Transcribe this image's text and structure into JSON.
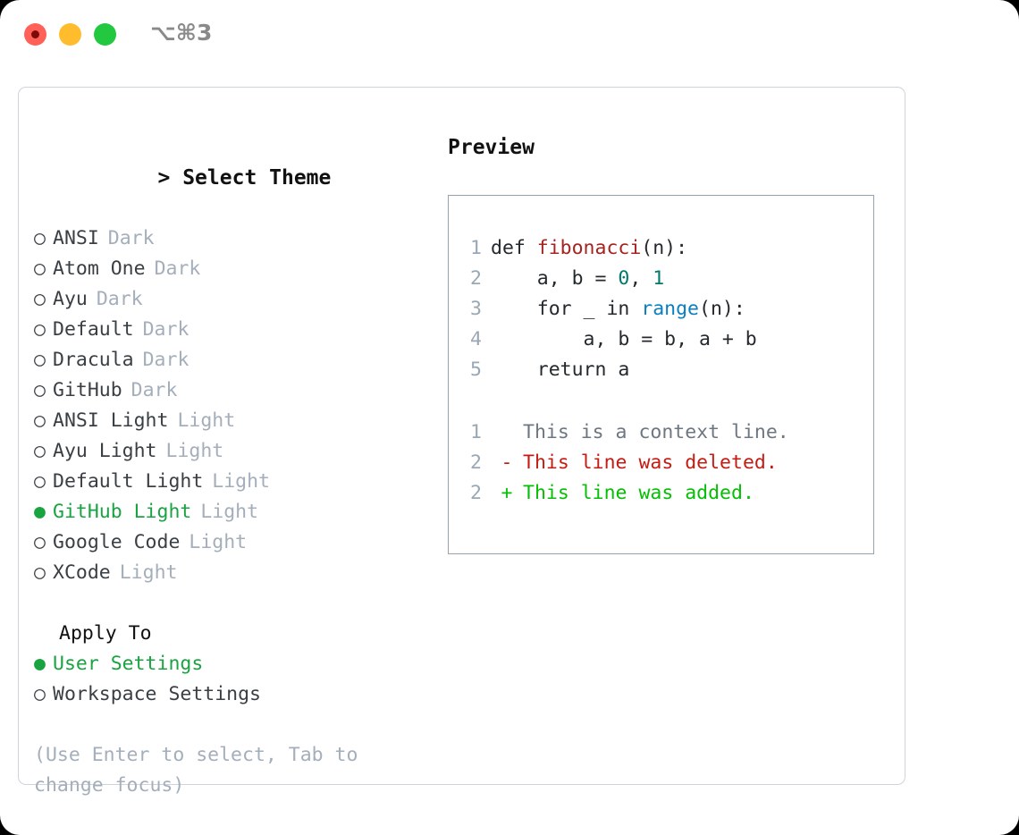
{
  "titlebar": {
    "dots": [
      {
        "name": "close",
        "color": "#ff6159"
      },
      {
        "name": "minimize",
        "color": "#ffbd2e"
      },
      {
        "name": "zoom",
        "color": "#23c841"
      }
    ],
    "shortcut": "⌥⌘3"
  },
  "theme_picker": {
    "caret": ">",
    "title": "Select Theme",
    "bullet_selected": "●",
    "bullet_unselected": "○",
    "items": [
      {
        "label": "ANSI",
        "kind": "Dark",
        "selected": false
      },
      {
        "label": "Atom One",
        "kind": "Dark",
        "selected": false
      },
      {
        "label": "Ayu",
        "kind": "Dark",
        "selected": false
      },
      {
        "label": "Default",
        "kind": "Dark",
        "selected": false
      },
      {
        "label": "Dracula",
        "kind": "Dark",
        "selected": false
      },
      {
        "label": "GitHub",
        "kind": "Dark",
        "selected": false
      },
      {
        "label": "ANSI Light",
        "kind": "Light",
        "selected": false
      },
      {
        "label": "Ayu Light",
        "kind": "Light",
        "selected": false
      },
      {
        "label": "Default Light",
        "kind": "Light",
        "selected": false
      },
      {
        "label": "GitHub Light",
        "kind": "Light",
        "selected": true
      },
      {
        "label": "Google Code",
        "kind": "Light",
        "selected": false
      },
      {
        "label": "XCode",
        "kind": "Light",
        "selected": false
      }
    ]
  },
  "apply_to": {
    "title": "Apply To",
    "items": [
      {
        "label": "User Settings",
        "selected": true
      },
      {
        "label": "Workspace Settings",
        "selected": false
      }
    ]
  },
  "hint": "(Use Enter to select, Tab to change focus)",
  "preview": {
    "title": "Preview",
    "code": [
      {
        "n": "1",
        "tokens": [
          {
            "t": "def ",
            "c": "plain"
          },
          {
            "t": "fibonacci",
            "c": "fn"
          },
          {
            "t": "(n):",
            "c": "plain"
          }
        ]
      },
      {
        "n": "2",
        "tokens": [
          {
            "t": "    a, b = ",
            "c": "plain"
          },
          {
            "t": "0",
            "c": "num"
          },
          {
            "t": ", ",
            "c": "plain"
          },
          {
            "t": "1",
            "c": "num"
          }
        ]
      },
      {
        "n": "3",
        "tokens": [
          {
            "t": "    for _ in ",
            "c": "plain"
          },
          {
            "t": "range",
            "c": "kw"
          },
          {
            "t": "(n):",
            "c": "plain"
          }
        ]
      },
      {
        "n": "4",
        "tokens": [
          {
            "t": "        a, b = b, a + b",
            "c": "plain"
          }
        ]
      },
      {
        "n": "5",
        "tokens": [
          {
            "t": "    return a",
            "c": "plain"
          }
        ]
      }
    ],
    "diff": [
      {
        "n": "1",
        "mark": " ",
        "text": "This is a context line.",
        "kind": "ctx"
      },
      {
        "n": "2",
        "mark": "-",
        "text": "This line was deleted.",
        "kind": "del"
      },
      {
        "n": "2",
        "mark": "+",
        "text": "This line was added.",
        "kind": "add"
      }
    ]
  },
  "colors": {
    "accent_green": "#19a341",
    "muted": "#a4afbb",
    "code_fn": "#a6231f",
    "code_num": "#00796b",
    "code_kw": "#0b7fc0",
    "diff_del": "#c51b13",
    "diff_add": "#04bf04",
    "panel_border": "#cfd4da",
    "preview_border": "#95a2b0"
  }
}
